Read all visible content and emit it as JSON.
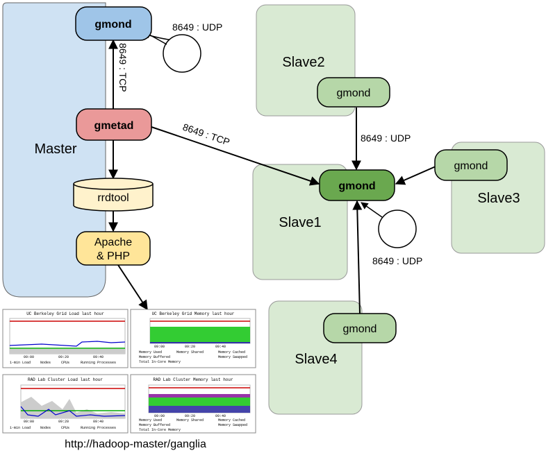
{
  "regions": {
    "master": "Master",
    "slave1": "Slave1",
    "slave2": "Slave2",
    "slave3": "Slave3",
    "slave4": "Slave4"
  },
  "nodes": {
    "master_gmond": "gmond",
    "gmetad": "gmetad",
    "rrdtool": "rrdtool",
    "apache_line1": "Apache",
    "apache_line2": "& PHP",
    "slave1_gmond": "gmond",
    "slave2_gmond": "gmond",
    "slave3_gmond": "gmond",
    "slave4_gmond": "gmond"
  },
  "edges": {
    "master_loop": "8649 : UDP",
    "gmetad_to_gmond": "8649 : TCP",
    "gmetad_to_slave1": "8649 : TCP",
    "slave2_to_slave1": "8649 : UDP",
    "slave1_loop": "8649 : UDP"
  },
  "charts": {
    "c1_title": "UC Berkeley Grid Load last hour",
    "c1_legend": [
      "1-min Load",
      "Nodes",
      "CPUs",
      "Running Processes"
    ],
    "c1_ticks": [
      "09:00",
      "09:20",
      "09:40"
    ],
    "c2_title": "UC Berkeley Grid Memory last hour",
    "c2_legend": [
      "Memory Used",
      "Memory Shared",
      "Memory Cached",
      "Memory Buffered",
      "Memory Swapped",
      "Total In-Core Memory"
    ],
    "c2_ticks": [
      "09:00",
      "09:20",
      "09:40"
    ],
    "c3_title": "RAD Lab Cluster Load last hour",
    "c3_legend": [
      "1-min Load",
      "Nodes",
      "CPUs",
      "Running Processes"
    ],
    "c3_ticks": [
      "09:00",
      "09:20",
      "09:40"
    ],
    "c4_title": "RAD Lab Cluster Memory last hour",
    "c4_legend": [
      "Memory Used",
      "Memory Shared",
      "Memory Cached",
      "Memory Buffered",
      "Memory Swapped",
      "Total In-Core Memory"
    ],
    "c4_ticks": [
      "09:00",
      "09:20",
      "09:40"
    ]
  },
  "url": "http://hadoop-master/ganglia",
  "colors": {
    "master_bg": "#cfe2f3",
    "slave_bg": "#d9ead3",
    "master_gmond": "#9fc5e8",
    "gmetad": "#ea9999",
    "rrdtool": "#fff2cc",
    "apache": "#ffe599",
    "slave_gmond": "#b6d7a8",
    "central_gmond": "#6aa84f"
  }
}
